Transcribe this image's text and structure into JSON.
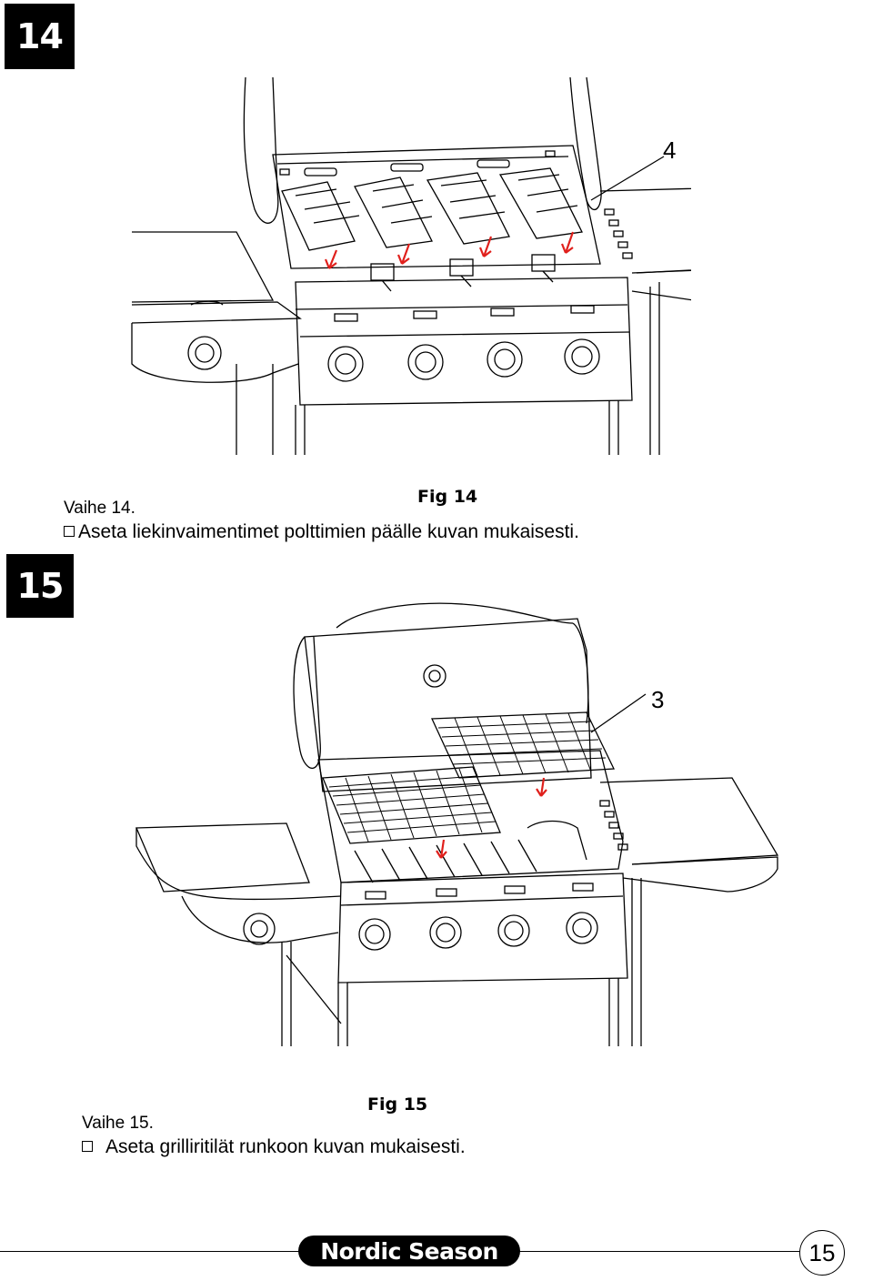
{
  "step14": {
    "badge": "14",
    "fig_label": "Fig 14",
    "title": "Vaihe 14.",
    "instruction": "Aseta liekinvaimentimet polttimien päälle kuvan mukaisesti.",
    "callout": "4"
  },
  "step15": {
    "badge": "15",
    "fig_label": "Fig 15",
    "title": "Vaihe 15.",
    "instruction": "Aseta grilliritilät runkoon kuvan mukaisesti.",
    "callout": "3"
  },
  "footer": {
    "brand": "Nordic Season",
    "page_number": "15"
  },
  "colors": {
    "arrow": "#e0201c",
    "badge_bg": "#000000"
  }
}
